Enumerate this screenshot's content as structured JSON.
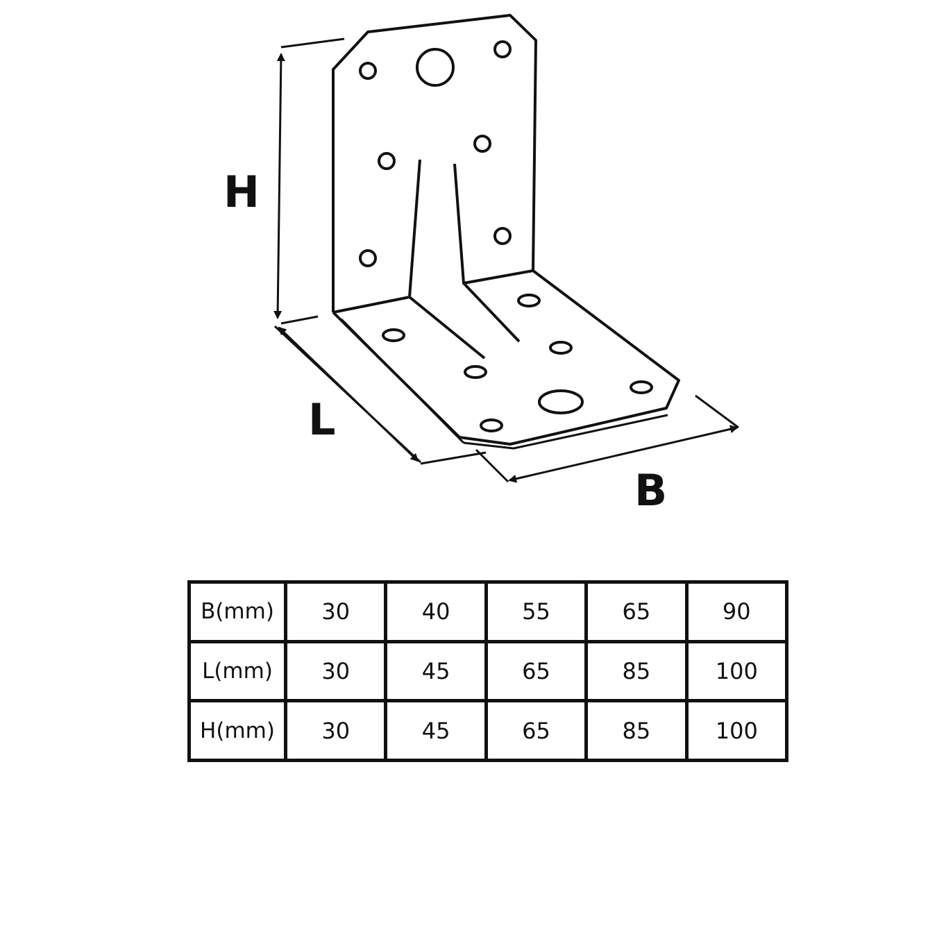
{
  "diagram": {
    "labels": {
      "height": "H",
      "length": "L",
      "width": "B"
    }
  },
  "table": {
    "rows": [
      {
        "label": "B(mm)",
        "values": [
          "30",
          "40",
          "55",
          "65",
          "90"
        ]
      },
      {
        "label": "L(mm)",
        "values": [
          "30",
          "45",
          "65",
          "85",
          "100"
        ]
      },
      {
        "label": "H(mm)",
        "values": [
          "30",
          "45",
          "65",
          "85",
          "100"
        ]
      }
    ]
  },
  "colors": {
    "line": "#111111",
    "background": "#ffffff"
  }
}
